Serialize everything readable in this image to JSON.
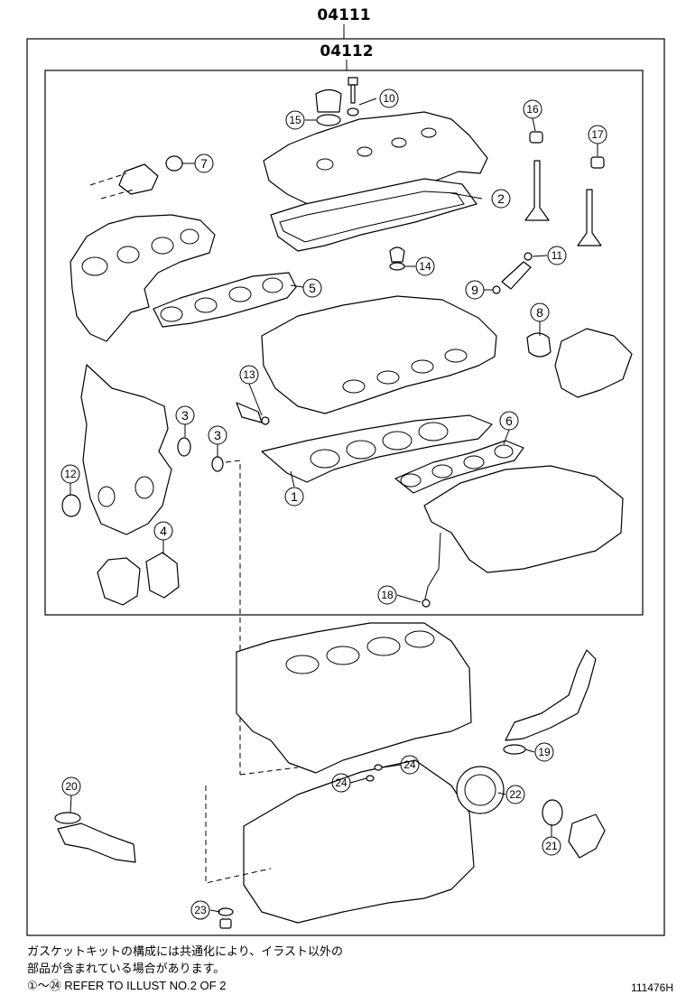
{
  "header": {
    "kit_code": "04111",
    "sub_kit_code": "04112"
  },
  "callouts": [
    "1",
    "2",
    "3",
    "3",
    "4",
    "5",
    "6",
    "7",
    "8",
    "9",
    "10",
    "11",
    "12",
    "13",
    "14",
    "15",
    "16",
    "17",
    "18",
    "19",
    "20",
    "21",
    "22",
    "23",
    "24",
    "24"
  ],
  "notes": {
    "line1": "ガスケットキットの構成には共通化により、イラスト以外の",
    "line2": "部品が含まれている場合があります。",
    "line3": "①～㉔ REFER TO ILLUST NO.2 OF 2"
  },
  "figure_code": "111476H"
}
